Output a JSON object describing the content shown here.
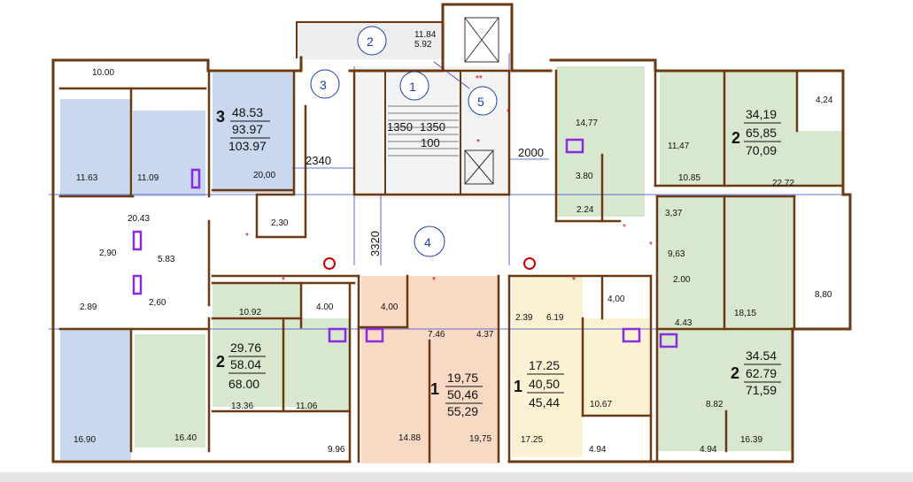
{
  "colors": {
    "wall": "#6b3a12",
    "blue_flat": "#c9d8ee",
    "green_flat": "#d8e8cf",
    "peach_flat": "#f7d9c4",
    "cream_flat": "#fbf2d3",
    "stair_core": "#f3f3f3",
    "balcony": "#eeeeee",
    "axis_line": "#3344cc",
    "marker_purple": "#8a2be2",
    "red": "#cc0000",
    "blue_label": "#1a3fb0"
  },
  "markers": [
    {
      "id": "1",
      "label": "1"
    },
    {
      "id": "2",
      "label": "2"
    },
    {
      "id": "3",
      "label": "3"
    },
    {
      "id": "4",
      "label": "4"
    },
    {
      "id": "5",
      "label": "5"
    }
  ],
  "dimensions": {
    "d2340": "2340",
    "d2000": "2000",
    "d3320": "3320",
    "d1350a": "1350",
    "d1350b": "1350",
    "d100": "100"
  },
  "top_labels": {
    "balcony_a": "11.84",
    "balcony_b": "5.92"
  },
  "apartments": {
    "a3": {
      "rooms": "3",
      "living": "48.53",
      "total": "93.97",
      "gross": "103.97"
    },
    "a2_left": {
      "rooms": "2",
      "living": "29.76",
      "total": "58.04",
      "gross": "68.00"
    },
    "a1_peach": {
      "rooms": "1",
      "living": "19,75",
      "total": "50,46",
      "gross": "55,29"
    },
    "a1_cream": {
      "rooms": "1",
      "living": "17.25",
      "total": "40,50",
      "gross": "45,44"
    },
    "a2_top_right": {
      "rooms": "2",
      "living": "34,19",
      "total": "65,85",
      "gross": "70,09"
    },
    "a2_bottom_right": {
      "rooms": "2",
      "living": "34.54",
      "total": "62.79",
      "gross": "71,59"
    }
  },
  "room_areas": {
    "r_10_00": "10.00",
    "r_11_63": "11.63",
    "r_11_09": "11.09",
    "r_20_00": "20,00",
    "r_20_43": "20.43",
    "r_2_30": "2,30",
    "r_2_90": "2,90",
    "r_5_83": "5.83",
    "r_2_89": "2.89",
    "r_2_60": "2,60",
    "r_16_90": "16.90",
    "r_16_40": "16.40",
    "r_9_96": "9.96",
    "r_10_92": "10.92",
    "r_4_00_a": "4.00",
    "r_13_36": "13.36",
    "r_11_06": "11.06",
    "r_4_00_b": "4,00",
    "r_7_46": "7.46",
    "r_4_37": "4.37",
    "r_14_88": "14.88",
    "r_19_75": "19,75",
    "r_2_39": "2.39",
    "r_6_19": "6.19",
    "r_4_00_c": "4,00",
    "r_10_67": "10.67",
    "r_17_25": "17.25",
    "r_4_94_a": "4.94",
    "r_4_94_b": "4.94",
    "r_14_77": "14,77",
    "r_11_47": "11,47",
    "r_3_80": "3.80",
    "r_2_24": "2.24",
    "r_10_85": "10.85",
    "r_22_72": "22.72",
    "r_4_24": "4,24",
    "r_3_37": "3,37",
    "r_9_63": "9,63",
    "r_2_00": "2.00",
    "r_4_43": "4.43",
    "r_18_15": "18,15",
    "r_8_80": "8,80",
    "r_8_82": "8.82",
    "r_16_39": "16.39"
  },
  "symbols": {
    "double_star": "**",
    "star": "*"
  }
}
